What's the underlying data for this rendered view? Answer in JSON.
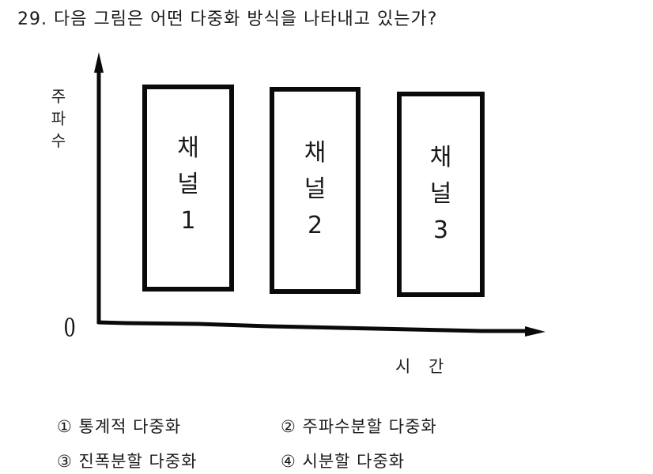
{
  "question": {
    "text": "29. 다음 그림은 어떤 다중화 방식을 나타내고 있는가?"
  },
  "figure": {
    "y_axis_label": [
      "주",
      "파",
      "수"
    ],
    "origin_label": "0",
    "x_axis_label": "시 간",
    "channels": [
      {
        "line1": "채",
        "line2": "널",
        "line3": "1"
      },
      {
        "line1": "채",
        "line2": "널",
        "line3": "2"
      },
      {
        "line1": "채",
        "line2": "널",
        "line3": "3"
      }
    ],
    "colors": {
      "lines": "#0a0a0a",
      "background": "#ffffff"
    }
  },
  "options": [
    {
      "marker": "①",
      "label": "통계적 다중화"
    },
    {
      "marker": "②",
      "label": "주파수분할 다중화"
    },
    {
      "marker": "③",
      "label": "진폭분할 다중화"
    },
    {
      "marker": "④",
      "label": "시분할 다중화"
    }
  ]
}
